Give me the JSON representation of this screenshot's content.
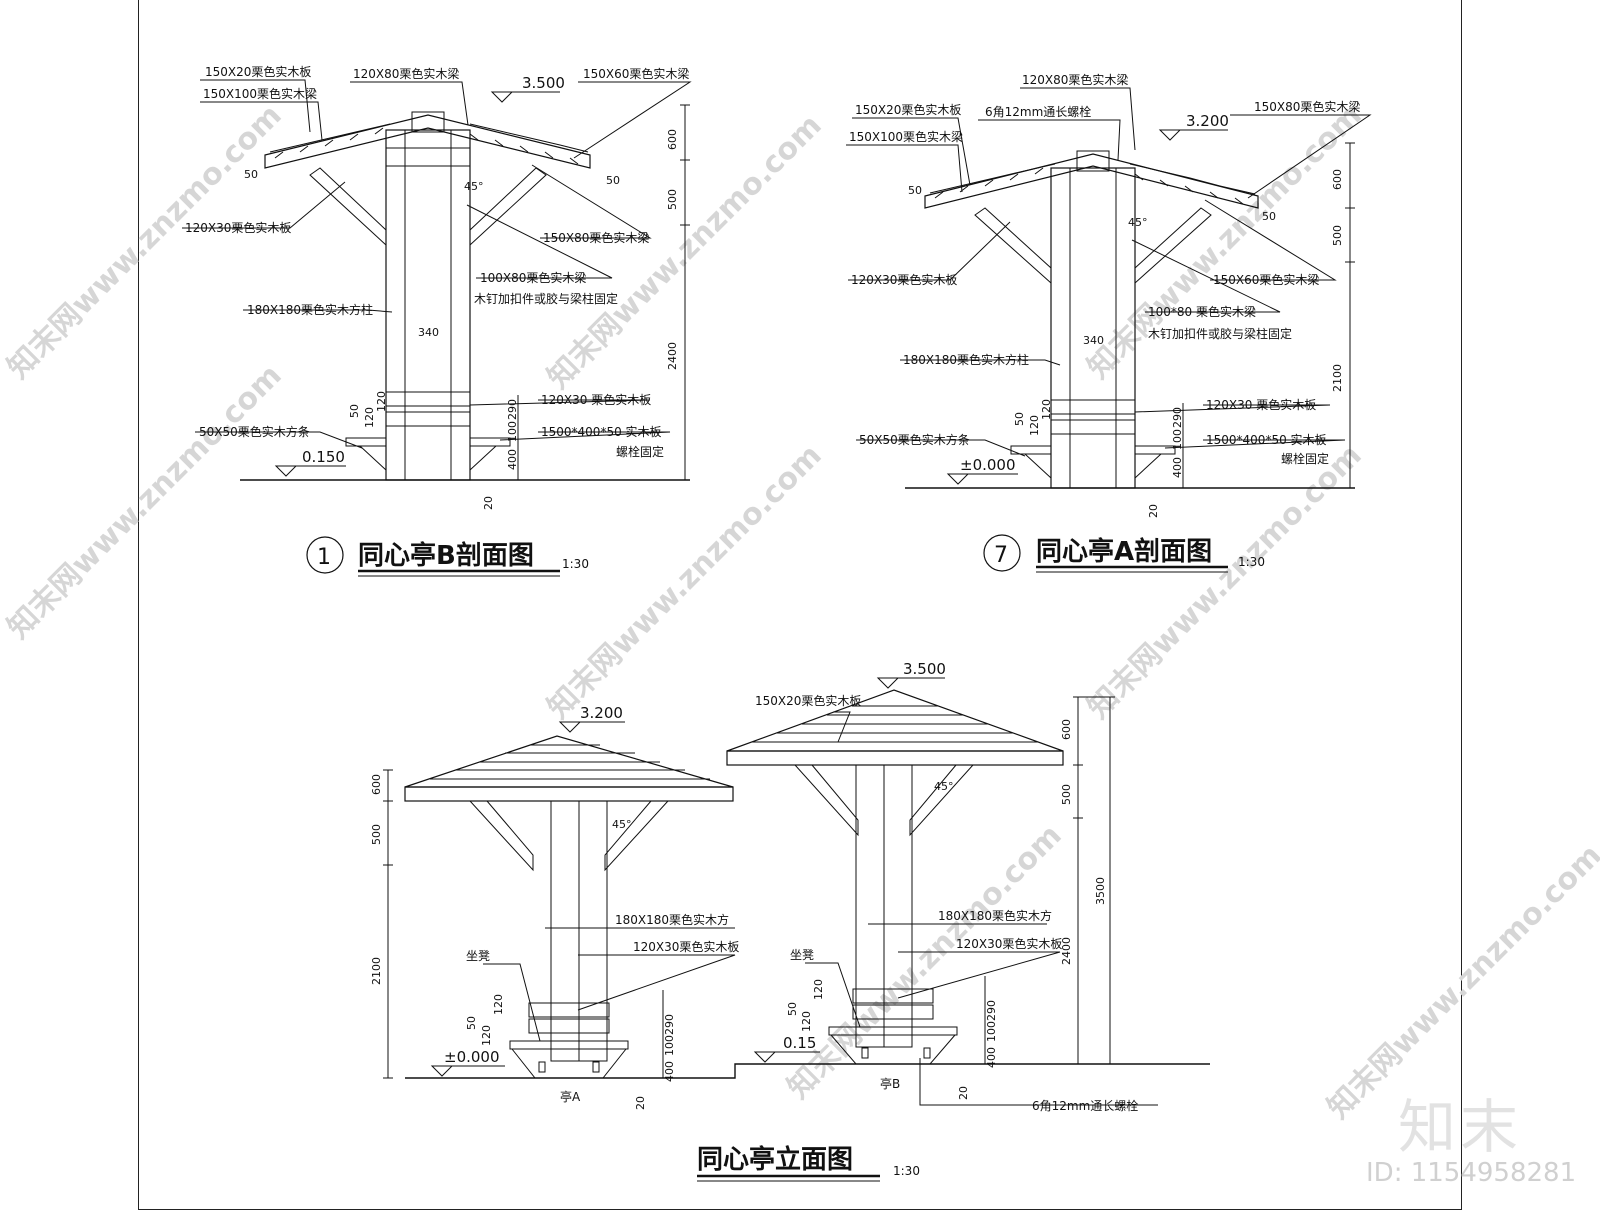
{
  "drawing_1": {
    "title": "同心亭B剖面图",
    "scale": "1:30",
    "number": "1",
    "elevation_top": "3.500",
    "elevation_base": "0.150",
    "labels": [
      "150X20栗色实木板",
      "150X100栗色实木梁",
      "120X80栗色实木梁",
      "150X60栗色实木梁",
      "120X30栗色实木板",
      "150X80栗色实木梁",
      "100X80栗色实木梁",
      "木钉加扣件或胶与梁柱固定",
      "180X180栗色实木方柱",
      "120X30 栗色实木板",
      "1500*400*50 实木板",
      "螺栓固定",
      "50X50栗色实木方条"
    ],
    "dims": [
      "600",
      "500",
      "2400",
      "340",
      "45°",
      "50",
      "50",
      "290",
      "100",
      "400",
      "20",
      "50",
      "120",
      "120"
    ]
  },
  "drawing_7": {
    "title": "同心亭A剖面图",
    "scale": "1:30",
    "number": "7",
    "elevation_top": "3.200",
    "elevation_base": "±0.000",
    "labels": [
      "120X80栗色实木梁",
      "6角12mm通长螺栓",
      "150X20栗色实木板",
      "150X100栗色实木梁",
      "150X80栗色实木梁",
      "120X30栗色实木板",
      "150X60栗色实木梁",
      "100*80 栗色实木梁",
      "木钉加扣件或胶与梁柱固定",
      "180X180栗色实木方柱",
      "120X30 栗色实木板",
      "1500*400*50 实木板",
      "螺栓固定",
      "50X50栗色实木方条"
    ],
    "dims": [
      "600",
      "500",
      "2100",
      "340",
      "45°",
      "50",
      "50",
      "290",
      "100",
      "400",
      "20",
      "50",
      "120",
      "120"
    ]
  },
  "elevation": {
    "title": "同心亭立面图",
    "scale": "1:30",
    "pavilion_a_tag": "亭A",
    "pavilion_b_tag": "亭B",
    "elev_a_top": "3.200",
    "elev_b_top": "3.500",
    "elev_a_base": "±0.000",
    "elev_b_base": "0.15",
    "labels_a": [
      "180X180栗色实木方",
      "120X30栗色实木板",
      "坐凳"
    ],
    "labels_b": [
      "150X20栗色实木板",
      "180X180栗色实木方",
      "120X30栗色实木板",
      "坐凳",
      "6角12mm通长螺栓"
    ],
    "dims_a": [
      "600",
      "500",
      "2100",
      "45°",
      "50",
      "120",
      "120",
      "290",
      "100",
      "400",
      "20"
    ],
    "dims_b": [
      "600",
      "500",
      "2400",
      "3500",
      "45°",
      "50",
      "120",
      "120",
      "290",
      "100",
      "400",
      "20"
    ]
  },
  "watermarks": [
    "知末网www.znzmo.com",
    "知末网www.znzmo.com",
    "知末网www.znzmo.com",
    "知末网www.znzmo.com",
    "知末网www.znzmo.com",
    "知末网www.znzmo.com",
    "知末网www.znzmo.com",
    "知末网www.znzmo.com"
  ],
  "brand": "知末",
  "id_text": "ID: 1154958281"
}
